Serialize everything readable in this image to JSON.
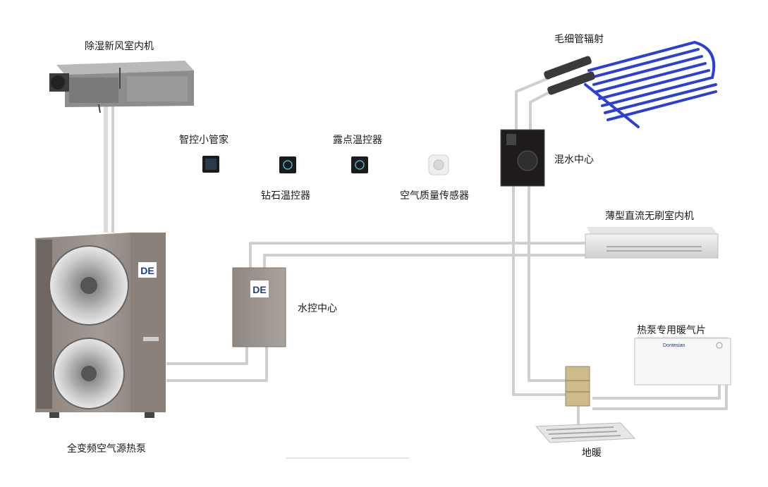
{
  "labels": {
    "fresh_air_unit": "除湿新风室内机",
    "smart_butler": "智控小管家",
    "dew_thermostat": "露点温控器",
    "diamond_thermostat": "钻石温控器",
    "air_quality_sensor": "空气质量传感器",
    "capillary_radiant": "毛细管辐射",
    "mixing_center": "混水中心",
    "slim_fan_coil": "薄型直流无刷室内机",
    "water_control_center": "水控中心",
    "radiator": "热泵专用暖气片",
    "heat_pump": "全变频空气源热泵",
    "floor_heating": "地暖"
  },
  "colors": {
    "pipe": "#cfcfcf",
    "unit_body": "#9b918b",
    "brand_blue": "#1f3c8c",
    "capillary": "#2b3fd6",
    "device_dark": "#1b1b1b"
  }
}
